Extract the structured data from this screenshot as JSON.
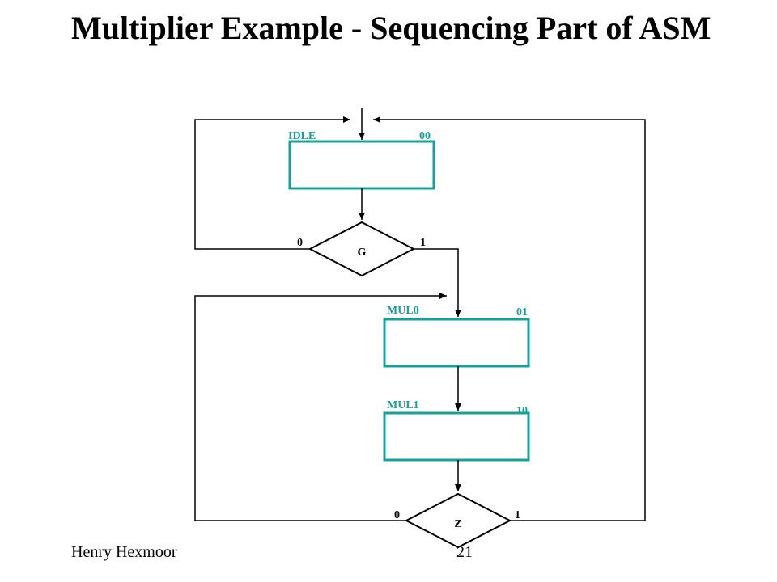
{
  "slide": {
    "title": "Multiplier Example - Sequencing Part of ASM",
    "author": "Henry Hexmoor",
    "page_number": "21"
  },
  "colors": {
    "state_box": "#13a39a",
    "state_text": "#13a39a",
    "line": "#000000"
  },
  "asm": {
    "states": [
      {
        "name": "IDLE",
        "code": "00"
      },
      {
        "name": "MUL0",
        "code": "01"
      },
      {
        "name": "MUL1",
        "code": "10"
      }
    ],
    "decisions": [
      {
        "condition": "G",
        "false_label": "0",
        "true_label": "1"
      },
      {
        "condition": "Z",
        "false_label": "0",
        "true_label": "1"
      }
    ]
  }
}
